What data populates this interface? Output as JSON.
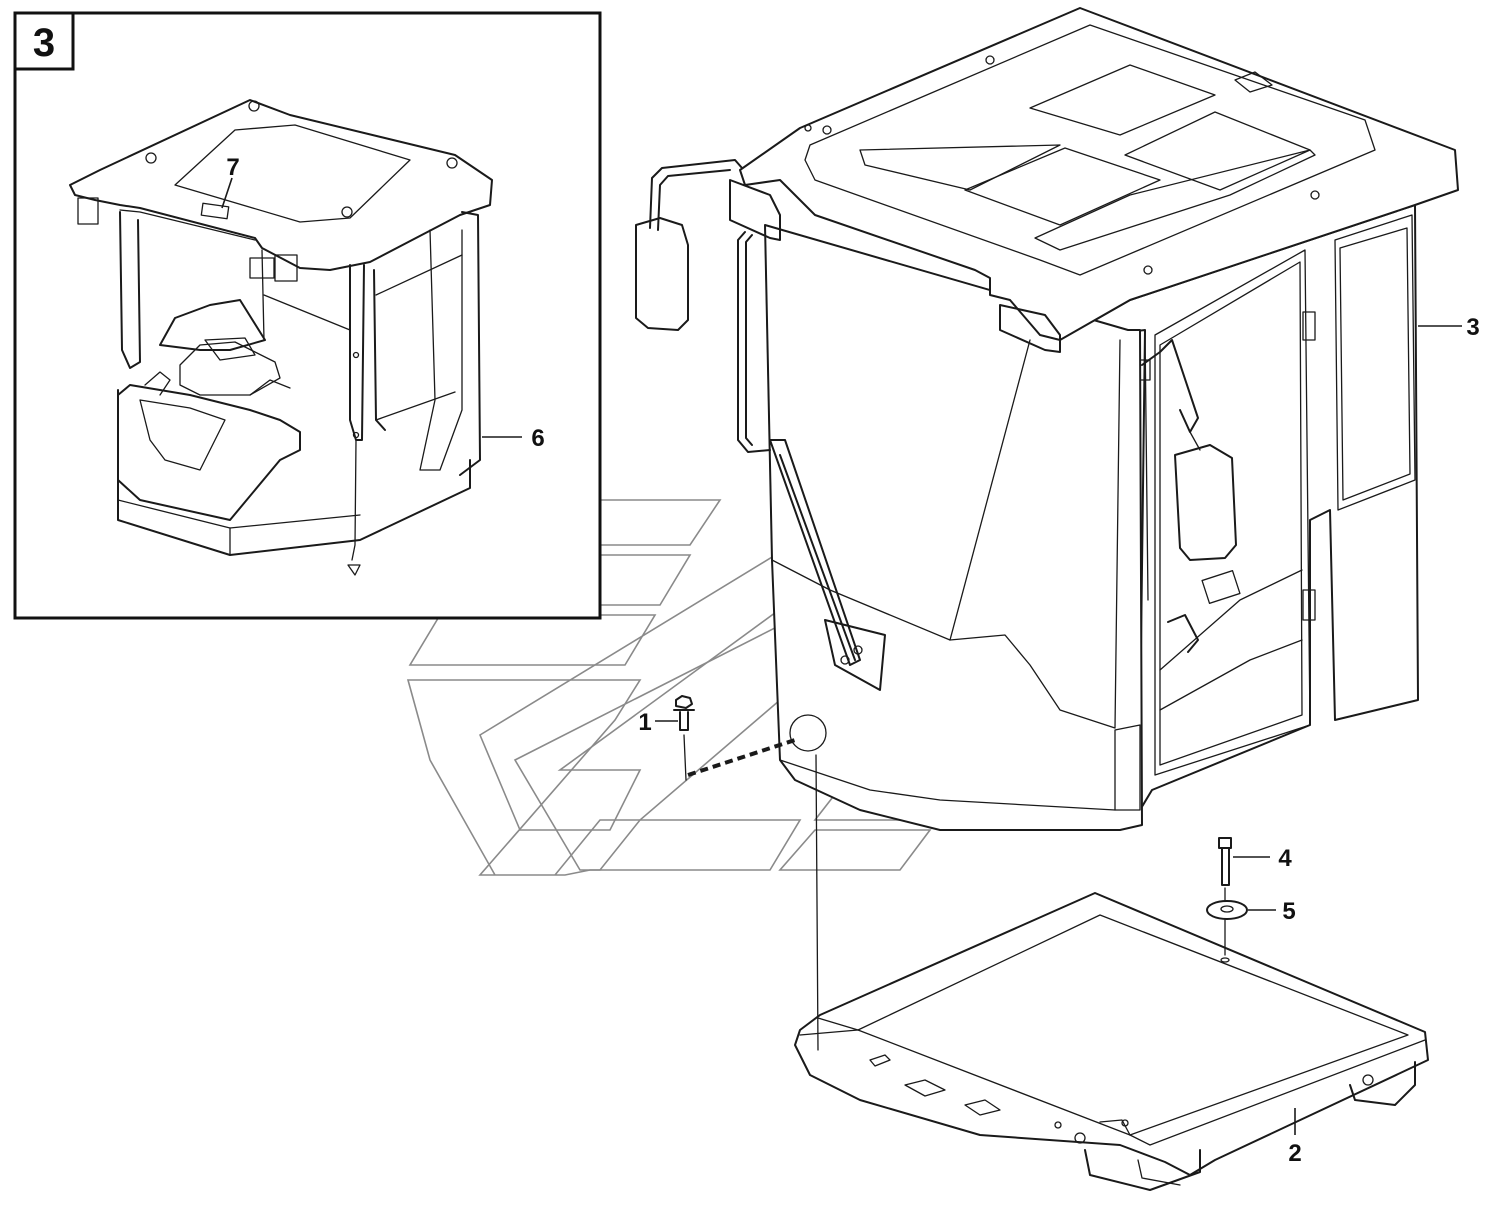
{
  "inset": {
    "badge": "3"
  },
  "callouts": [
    {
      "id": "1",
      "label": "1"
    },
    {
      "id": "2",
      "label": "2"
    },
    {
      "id": "3",
      "label": "3"
    },
    {
      "id": "4",
      "label": "4"
    },
    {
      "id": "5",
      "label": "5"
    },
    {
      "id": "6",
      "label": "6"
    },
    {
      "id": "7",
      "label": "7"
    }
  ],
  "colors": {
    "line": "#1a1a1a",
    "watermark": "#8a8a8a",
    "background": "#ffffff"
  }
}
